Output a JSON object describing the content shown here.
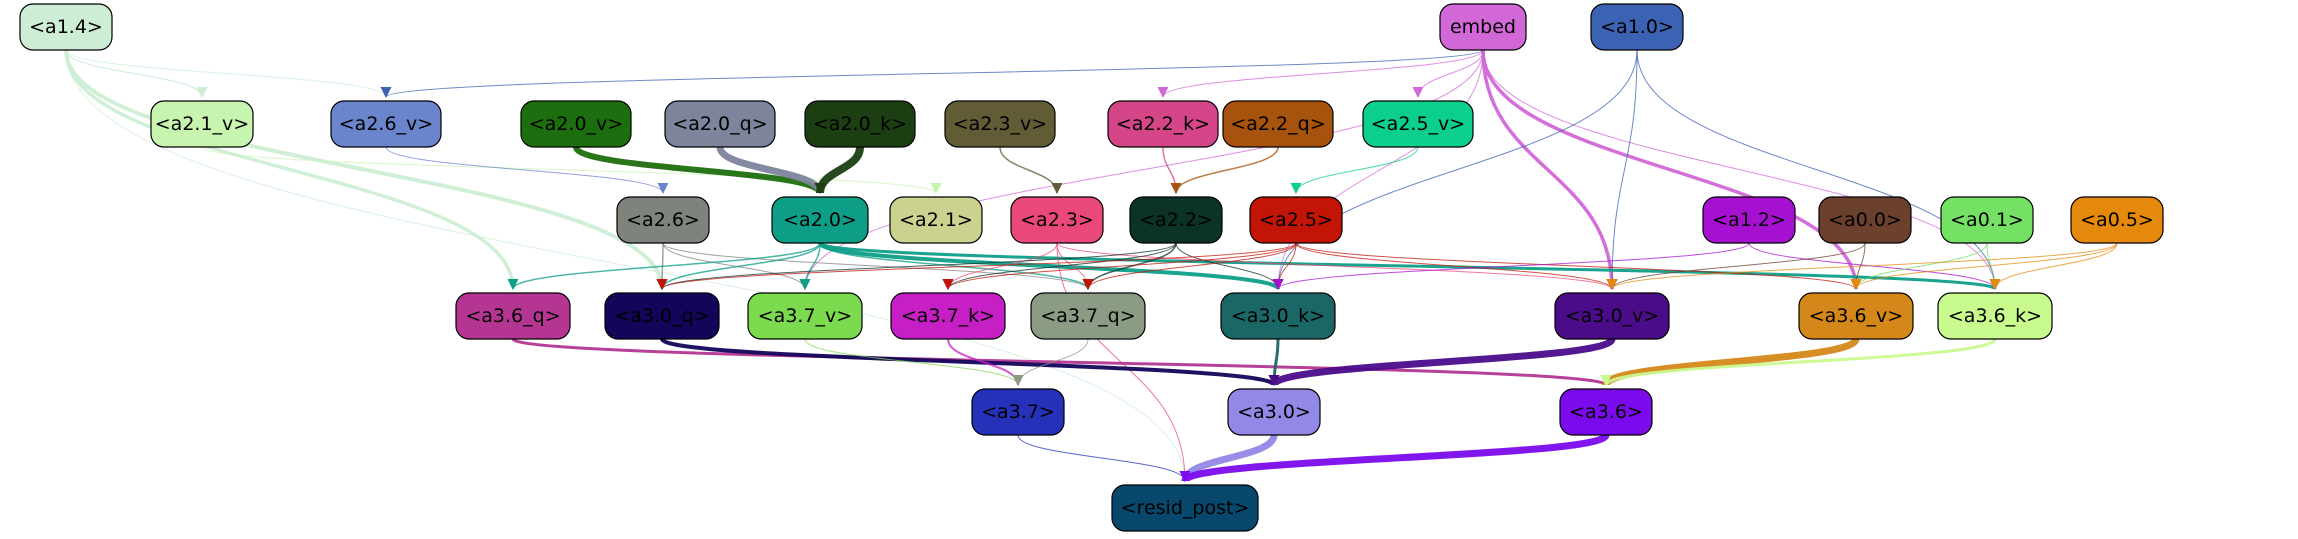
{
  "diagram": {
    "nodes": [
      {
        "id": "a1_4",
        "label": "<a1.4>",
        "fill": "#cdeeD4",
        "text": "#000000"
      },
      {
        "id": "embed",
        "label": "embed",
        "fill": "#d267d8",
        "text": "#000000"
      },
      {
        "id": "a1_0",
        "label": "<a1.0>",
        "fill": "#3b62b3",
        "text": "#000000"
      },
      {
        "id": "a2_1_v",
        "label": "<a2.1_v>",
        "fill": "#c7f5b0",
        "text": "#000000"
      },
      {
        "id": "a2_6_v",
        "label": "<a2.6_v>",
        "fill": "#6b85cc",
        "text": "#000000"
      },
      {
        "id": "a2_0_v",
        "label": "<a2.0_v>",
        "fill": "#1c6e0e",
        "text": "#000000"
      },
      {
        "id": "a2_0_q",
        "label": "<a2.0_q>",
        "fill": "#7d849c",
        "text": "#000000"
      },
      {
        "id": "a2_0_k",
        "label": "<a2.0_k>",
        "fill": "#1b3f12",
        "text": "#000000"
      },
      {
        "id": "a2_3_v",
        "label": "<a2.3_v>",
        "fill": "#625c36",
        "text": "#000000"
      },
      {
        "id": "a2_2_k",
        "label": "<a2.2_k>",
        "fill": "#d44688",
        "text": "#000000"
      },
      {
        "id": "a2_2_q",
        "label": "<a2.2_q>",
        "fill": "#a6530e",
        "text": "#000000"
      },
      {
        "id": "a2_5_v",
        "label": "<a2.5_v>",
        "fill": "#0ccf8b",
        "text": "#000000"
      },
      {
        "id": "a2_6",
        "label": "<a2.6>",
        "fill": "#7e837c",
        "text": "#000000"
      },
      {
        "id": "a2_0",
        "label": "<a2.0>",
        "fill": "#0e9e88",
        "text": "#000000"
      },
      {
        "id": "a2_1",
        "label": "<a2.1>",
        "fill": "#cdd190",
        "text": "#000000"
      },
      {
        "id": "a2_3",
        "label": "<a2.3>",
        "fill": "#ea4878",
        "text": "#000000"
      },
      {
        "id": "a2_2",
        "label": "<a2.2>",
        "fill": "#0d3228",
        "text": "#000000"
      },
      {
        "id": "a2_5",
        "label": "<a2.5>",
        "fill": "#c21407",
        "text": "#000000"
      },
      {
        "id": "a1_2",
        "label": "<a1.2>",
        "fill": "#a510d1",
        "text": "#000000"
      },
      {
        "id": "a0_0",
        "label": "<a0.0>",
        "fill": "#6b412d",
        "text": "#000000"
      },
      {
        "id": "a0_1",
        "label": "<a0.1>",
        "fill": "#75e164",
        "text": "#000000"
      },
      {
        "id": "a0_5",
        "label": "<a0.5>",
        "fill": "#e4890c",
        "text": "#000000"
      },
      {
        "id": "a3_6_q",
        "label": "<a3.6_q>",
        "fill": "#b53692",
        "text": "#000000"
      },
      {
        "id": "a3_0_q",
        "label": "<a3.0_q>",
        "fill": "#13055a",
        "text": "#000000"
      },
      {
        "id": "a3_7_v",
        "label": "<a3.7_v>",
        "fill": "#7cda4e",
        "text": "#000000"
      },
      {
        "id": "a3_7_k",
        "label": "<a3.7_k>",
        "fill": "#c71fc6",
        "text": "#000000"
      },
      {
        "id": "a3_7_q",
        "label": "<a3.7_q>",
        "fill": "#8c9c84",
        "text": "#000000"
      },
      {
        "id": "a3_0_k",
        "label": "<a3.0_k>",
        "fill": "#1b6765",
        "text": "#000000"
      },
      {
        "id": "a3_0_v",
        "label": "<a3.0_v>",
        "fill": "#4b0c8a",
        "text": "#000000"
      },
      {
        "id": "a3_6_v",
        "label": "<a3.6_v>",
        "fill": "#d48819",
        "text": "#000000"
      },
      {
        "id": "a3_6_k",
        "label": "<a3.6_k>",
        "fill": "#c9fa8e",
        "text": "#000000"
      },
      {
        "id": "a3_7",
        "label": "<a3.7>",
        "fill": "#2431b8",
        "text": "#000000"
      },
      {
        "id": "a3_0",
        "label": "<a3.0>",
        "fill": "#9288e6",
        "text": "#000000"
      },
      {
        "id": "a3_6",
        "label": "<a3.6>",
        "fill": "#7b0bec",
        "text": "#000000"
      },
      {
        "id": "resid_post",
        "label": "<resid_post>",
        "fill": "#08486c",
        "text": "#000000"
      }
    ],
    "edges": [
      {
        "from": "a1_4",
        "to": "a2_1_v",
        "color": "#cdeeD4",
        "weight": 1.5
      },
      {
        "from": "a1_4",
        "to": "a2_6_v",
        "color": "#cdeeD4",
        "weight": 1
      },
      {
        "from": "a1_4",
        "to": "a3_6_q",
        "color": "#cdeeD4",
        "weight": 3.5
      },
      {
        "from": "a1_4",
        "to": "a3_0_q",
        "color": "#cdeeD4",
        "weight": 4
      },
      {
        "from": "a1_4",
        "to": "resid_post",
        "color": "#cdeeD4",
        "weight": 1
      },
      {
        "from": "embed",
        "to": "a2_6_v",
        "color": "#3b62b3",
        "weight": 1
      },
      {
        "from": "embed",
        "to": "a2_2_k",
        "color": "#d267d8",
        "weight": 1
      },
      {
        "from": "embed",
        "to": "a2_5_v",
        "color": "#d267d8",
        "weight": 1
      },
      {
        "from": "embed",
        "to": "a3_0_v",
        "color": "#d267d8",
        "weight": 3.5
      },
      {
        "from": "embed",
        "to": "a3_6_v",
        "color": "#d267d8",
        "weight": 3.5
      },
      {
        "from": "embed",
        "to": "a3_0_k",
        "color": "#d267d8",
        "weight": 1
      },
      {
        "from": "embed",
        "to": "a3_6_k",
        "color": "#d267d8",
        "weight": 1
      },
      {
        "from": "embed",
        "to": "a3_7_v",
        "color": "#d267d8",
        "weight": 1
      },
      {
        "from": "a1_0",
        "to": "a3_0_k",
        "color": "#3b62b3",
        "weight": 1
      },
      {
        "from": "a1_0",
        "to": "a3_0_v",
        "color": "#3b62b3",
        "weight": 1
      },
      {
        "from": "a1_0",
        "to": "a3_6_k",
        "color": "#3b62b3",
        "weight": 1
      },
      {
        "from": "a2_1_v",
        "to": "a2_1",
        "color": "#c7f5b0",
        "weight": 1
      },
      {
        "from": "a2_6_v",
        "to": "a2_6",
        "color": "#6b85cc",
        "weight": 1
      },
      {
        "from": "a2_0_v",
        "to": "a2_0",
        "color": "#1c6e0e",
        "weight": 6
      },
      {
        "from": "a2_0_q",
        "to": "a2_0",
        "color": "#7d849c",
        "weight": 7
      },
      {
        "from": "a2_0_k",
        "to": "a2_0",
        "color": "#1b3f12",
        "weight": 8
      },
      {
        "from": "a2_3_v",
        "to": "a2_3",
        "color": "#625c36",
        "weight": 1.5
      },
      {
        "from": "a2_2_k",
        "to": "a2_2",
        "color": "#d44688",
        "weight": 1.5
      },
      {
        "from": "a2_2_q",
        "to": "a2_2",
        "color": "#a6530e",
        "weight": 1.5
      },
      {
        "from": "a2_5_v",
        "to": "a2_5",
        "color": "#0ccf8b",
        "weight": 1
      },
      {
        "from": "a2_6",
        "to": "a3_0_q",
        "color": "#7e837c",
        "weight": 1.5
      },
      {
        "from": "a2_6",
        "to": "a3_7_v",
        "color": "#7e837c",
        "weight": 1
      },
      {
        "from": "a2_6",
        "to": "a3_7_q",
        "color": "#7e837c",
        "weight": 1
      },
      {
        "from": "a2_0",
        "to": "a3_6_q",
        "color": "#0e9e88",
        "weight": 1.5
      },
      {
        "from": "a2_0",
        "to": "a3_0_q",
        "color": "#0e9e88",
        "weight": 1.5
      },
      {
        "from": "a2_0",
        "to": "a3_7_v",
        "color": "#0e9e88",
        "weight": 1.5
      },
      {
        "from": "a2_0",
        "to": "a3_7_q",
        "color": "#0e9e88",
        "weight": 1.5
      },
      {
        "from": "a2_0",
        "to": "a3_0_k",
        "color": "#0e9e88",
        "weight": 4
      },
      {
        "from": "a2_0",
        "to": "a3_6_k",
        "color": "#0e9e88",
        "weight": 3
      },
      {
        "from": "a2_3",
        "to": "a3_7_k",
        "color": "#ea4878",
        "weight": 1
      },
      {
        "from": "a2_3",
        "to": "a3_7_q",
        "color": "#ea4878",
        "weight": 1
      },
      {
        "from": "a2_3",
        "to": "resid_post",
        "color": "#ea4878",
        "weight": 1
      },
      {
        "from": "a2_3",
        "to": "a3_0_v",
        "color": "#ea4878",
        "weight": 1
      },
      {
        "from": "a2_2",
        "to": "a3_7_k",
        "color": "#0d3228",
        "weight": 1
      },
      {
        "from": "a2_2",
        "to": "a3_7_q",
        "color": "#0d3228",
        "weight": 1.5
      },
      {
        "from": "a2_2",
        "to": "a3_0_k",
        "color": "#0d3228",
        "weight": 1
      },
      {
        "from": "a2_2",
        "to": "a3_0_q",
        "color": "#0d3228",
        "weight": 1
      },
      {
        "from": "a2_5",
        "to": "a3_0_k",
        "color": "#c21407",
        "weight": 1
      },
      {
        "from": "a2_5",
        "to": "a3_0_v",
        "color": "#c21407",
        "weight": 1
      },
      {
        "from": "a2_5",
        "to": "a3_6_v",
        "color": "#c21407",
        "weight": 1
      },
      {
        "from": "a2_5",
        "to": "a3_7_q",
        "color": "#c21407",
        "weight": 1
      },
      {
        "from": "a2_5",
        "to": "a3_7_k",
        "color": "#c21407",
        "weight": 1
      },
      {
        "from": "a2_5",
        "to": "a3_0_q",
        "color": "#c21407",
        "weight": 1
      },
      {
        "from": "a1_2",
        "to": "a3_0_k",
        "color": "#a510d1",
        "weight": 1
      },
      {
        "from": "a1_2",
        "to": "a3_6_k",
        "color": "#a510d1",
        "weight": 1
      },
      {
        "from": "a0_0",
        "to": "a3_0_v",
        "color": "#6b412d",
        "weight": 1
      },
      {
        "from": "a0_0",
        "to": "a3_6_v",
        "color": "#6b412d",
        "weight": 1
      },
      {
        "from": "a0_1",
        "to": "a3_6_v",
        "color": "#75e164",
        "weight": 1
      },
      {
        "from": "a0_1",
        "to": "a3_6_k",
        "color": "#75e164",
        "weight": 1
      },
      {
        "from": "a0_5",
        "to": "a3_6_v",
        "color": "#e4890c",
        "weight": 1
      },
      {
        "from": "a0_5",
        "to": "a3_6_k",
        "color": "#e4890c",
        "weight": 1
      },
      {
        "from": "a0_5",
        "to": "a3_0_v",
        "color": "#e4890c",
        "weight": 1
      },
      {
        "from": "a3_6_q",
        "to": "a3_6",
        "color": "#b53692",
        "weight": 3
      },
      {
        "from": "a3_0_q",
        "to": "a3_0",
        "color": "#13055a",
        "weight": 4
      },
      {
        "from": "a3_7_v",
        "to": "a3_7",
        "color": "#7cda4e",
        "weight": 1
      },
      {
        "from": "a3_7_k",
        "to": "a3_7",
        "color": "#c71fc6",
        "weight": 2
      },
      {
        "from": "a3_7_q",
        "to": "a3_7",
        "color": "#8c9c84",
        "weight": 1
      },
      {
        "from": "a3_0_k",
        "to": "a3_0",
        "color": "#1b6765",
        "weight": 3
      },
      {
        "from": "a3_0_v",
        "to": "a3_0",
        "color": "#4b0c8a",
        "weight": 7
      },
      {
        "from": "a3_6_v",
        "to": "a3_6",
        "color": "#d48819",
        "weight": 7
      },
      {
        "from": "a3_6_k",
        "to": "a3_6",
        "color": "#c9fa8e",
        "weight": 3
      },
      {
        "from": "a3_7",
        "to": "resid_post",
        "color": "#2431b8",
        "weight": 1
      },
      {
        "from": "a3_0",
        "to": "resid_post",
        "color": "#9288e6",
        "weight": 7
      },
      {
        "from": "a3_6",
        "to": "resid_post",
        "color": "#7b0bec",
        "weight": 7
      }
    ]
  }
}
